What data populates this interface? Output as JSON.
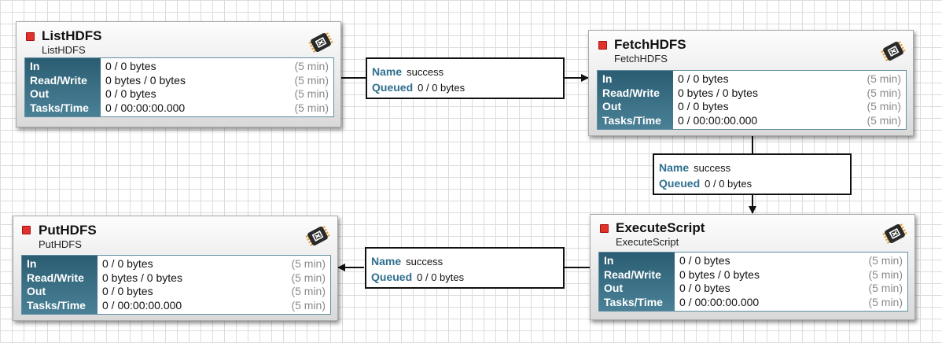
{
  "stat_labels": [
    "In",
    "Read/Write",
    "Out",
    "Tasks/Time"
  ],
  "processors": [
    {
      "name": "ListHDFS",
      "type": "ListHDFS",
      "stats": [
        {
          "value": "0 / 0 bytes",
          "window": "(5 min)"
        },
        {
          "value": "0 bytes / 0 bytes",
          "window": "(5 min)"
        },
        {
          "value": "0 / 0 bytes",
          "window": "(5 min)"
        },
        {
          "value": "0 / 00:00:00.000",
          "window": "(5 min)"
        }
      ]
    },
    {
      "name": "FetchHDFS",
      "type": "FetchHDFS",
      "stats": [
        {
          "value": "0 / 0 bytes",
          "window": "(5 min)"
        },
        {
          "value": "0 bytes / 0 bytes",
          "window": "(5 min)"
        },
        {
          "value": "0 / 0 bytes",
          "window": "(5 min)"
        },
        {
          "value": "0 / 00:00:00.000",
          "window": "(5 min)"
        }
      ]
    },
    {
      "name": "ExecuteScript",
      "type": "ExecuteScript",
      "stats": [
        {
          "value": "0 / 0 bytes",
          "window": "(5 min)"
        },
        {
          "value": "0 bytes / 0 bytes",
          "window": "(5 min)"
        },
        {
          "value": "0 / 0 bytes",
          "window": "(5 min)"
        },
        {
          "value": "0 / 00:00:00.000",
          "window": "(5 min)"
        }
      ]
    },
    {
      "name": "PutHDFS",
      "type": "PutHDFS",
      "stats": [
        {
          "value": "0 / 0 bytes",
          "window": "(5 min)"
        },
        {
          "value": "0 bytes / 0 bytes",
          "window": "(5 min)"
        },
        {
          "value": "0 / 0 bytes",
          "window": "(5 min)"
        },
        {
          "value": "0 / 00:00:00.000",
          "window": "(5 min)"
        }
      ]
    }
  ],
  "connections": [
    {
      "name_label": "Name",
      "name": "success",
      "queued_label": "Queued",
      "queued": "0 / 0 bytes"
    },
    {
      "name_label": "Name",
      "name": "success",
      "queued_label": "Queued",
      "queued": "0 / 0 bytes"
    },
    {
      "name_label": "Name",
      "name": "success",
      "queued_label": "Queued",
      "queued": "0 / 0 bytes"
    }
  ],
  "colors": {
    "stopped": "#e0312b",
    "stats_header": "#2b5d72",
    "label_key": "#2f6f8f"
  },
  "icons": {
    "processor": "processor-chip-icon",
    "state": "stopped-icon"
  }
}
